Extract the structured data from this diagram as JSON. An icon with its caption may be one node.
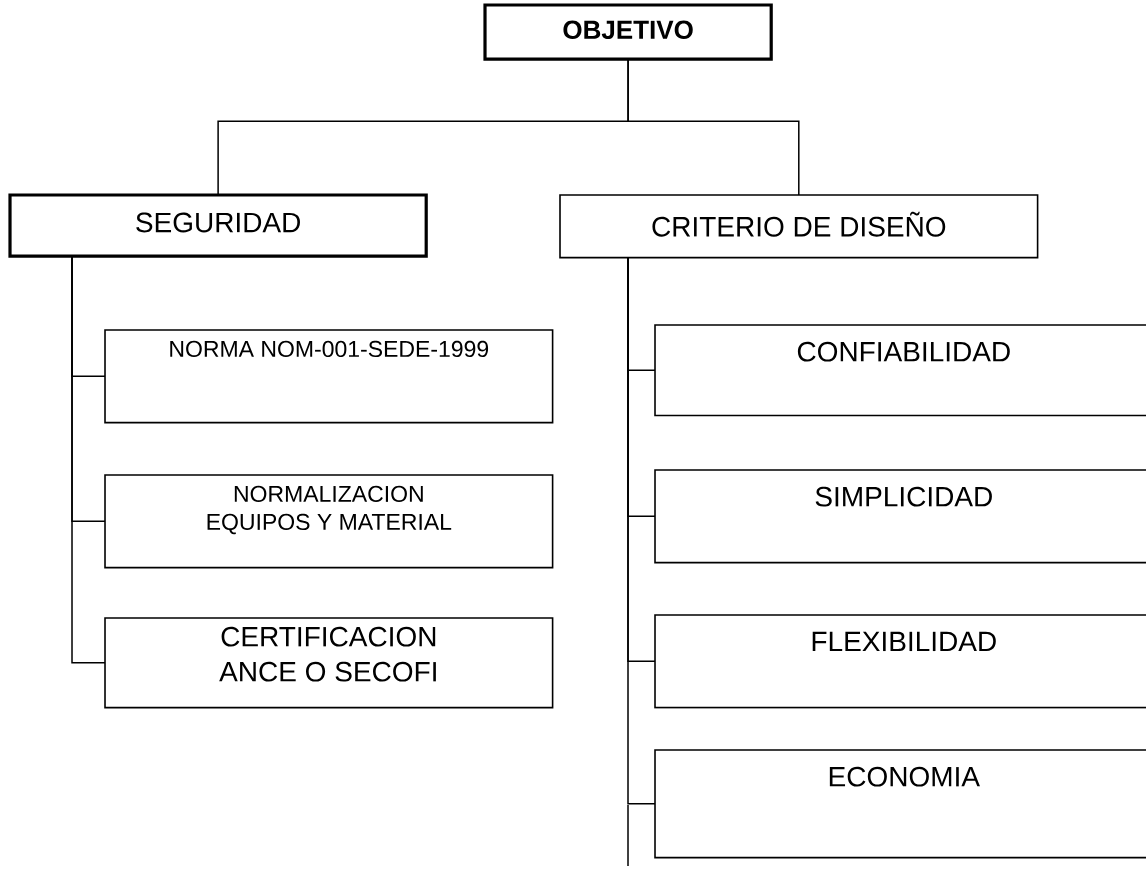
{
  "diagram": {
    "nodes": [
      {
        "text": [
          "OBJETIVO"
        ]
      },
      {
        "text": [
          "SEGURIDAD"
        ]
      },
      {
        "text": [
          "CRITERIO DE DISEÑO"
        ]
      },
      {
        "text": [
          "NORMA NOM-001-SEDE-1999"
        ]
      },
      {
        "text": [
          "NORMALIZACION EQUIPOS Y MATERIAL"
        ]
      },
      {
        "text": [
          "CERTIFICACION ANCE O SECOFI"
        ]
      },
      {
        "text": [
          "CONFIABILIDAD"
        ]
      },
      {
        "text": [
          "SIMPLICIDAD"
        ]
      },
      {
        "text": [
          "FLEXIBILIDAD"
        ]
      },
      {
        "text": [
          "ECONOMIA"
        ]
      }
    ],
    "edges": [
      {
        "from": 0,
        "to": 1,
        "arrow": "none"
      },
      {
        "from": 0,
        "to": 2,
        "arrow": "none"
      },
      {
        "from": 1,
        "to": 3,
        "arrow": "none"
      },
      {
        "from": 1,
        "to": 4,
        "arrow": "none"
      },
      {
        "from": 1,
        "to": 5,
        "arrow": "none"
      },
      {
        "from": 2,
        "to": 6,
        "arrow": "none"
      },
      {
        "from": 2,
        "to": 7,
        "arrow": "none"
      },
      {
        "from": 2,
        "to": 8,
        "arrow": "none"
      },
      {
        "from": 2,
        "to": 9,
        "arrow": "none"
      }
    ]
  }
}
